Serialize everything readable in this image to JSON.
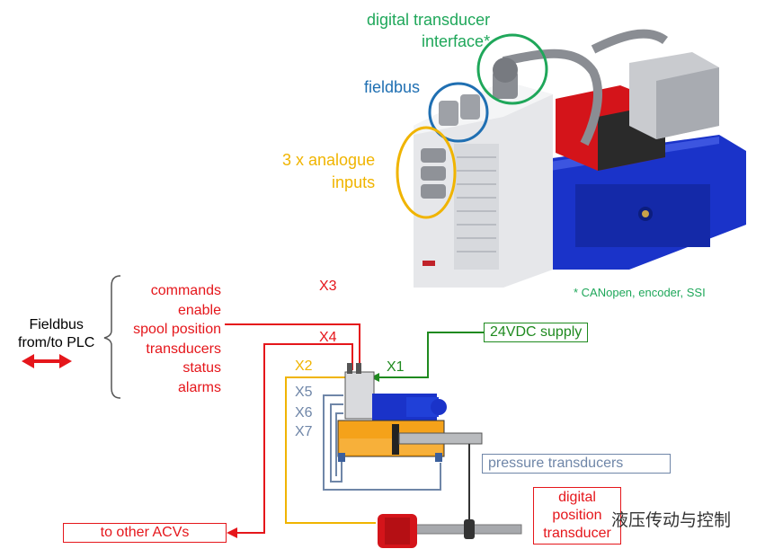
{
  "callouts": {
    "digital_transducer": "digital transducer\ninterface*",
    "fieldbus": "fieldbus",
    "analogue_inputs": "3 x analogue\ninputs",
    "footnote": "* CANopen, encoder, SSI"
  },
  "left_block": {
    "title_line1": "Fieldbus",
    "title_line2": "from/to PLC",
    "signals": [
      "commands",
      "enable",
      "spool position",
      "transducers",
      "status",
      "alarms"
    ]
  },
  "connectors": {
    "x1": "X1",
    "x2": "X2",
    "x3": "X3",
    "x4": "X4",
    "x5": "X5",
    "x6": "X6",
    "x7": "X7"
  },
  "boxes": {
    "supply": "24VDC supply",
    "pressure": "pressure transducers",
    "other_acvs": "to other ACVs",
    "digital_position": "digital\nposition\ntransducer"
  },
  "watermark": "液压传动与控制",
  "colors": {
    "green": "#1fa75a",
    "blue": "#1f6fb2",
    "gold": "#f0b400",
    "red": "#e5161b",
    "steel": "#6f86a8",
    "dark_green": "#1f8a1f",
    "valve_blue": "#1a33c9",
    "cylinder_orange": "#f5a21a"
  }
}
